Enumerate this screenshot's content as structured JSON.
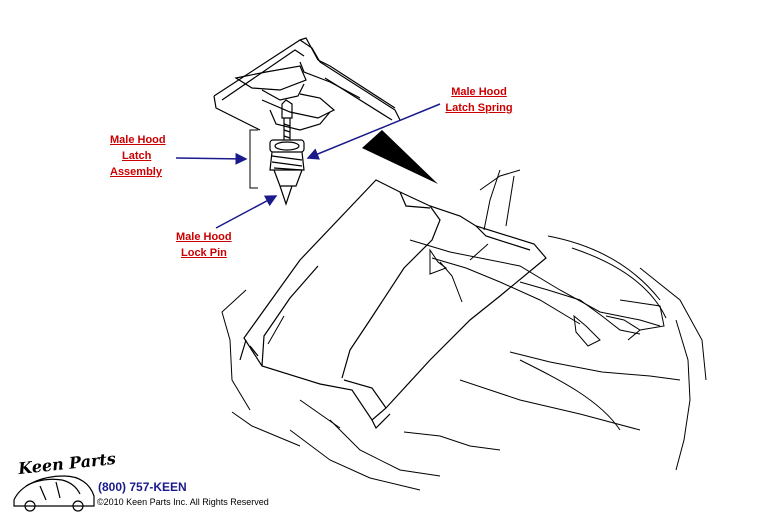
{
  "callouts": {
    "latch_assembly": [
      "Male Hood",
      "Latch",
      "Assembly"
    ],
    "latch_spring": [
      "Male Hood",
      "Latch Spring"
    ],
    "lock_pin": [
      "Male Hood",
      "Lock Pin"
    ]
  },
  "footer": {
    "logo_text": "Keen Parts",
    "phone": "(800) 757-KEEN",
    "copyright": "©2010 Keen Parts Inc. All Rights Reserved"
  },
  "colors": {
    "callout_text": "#cc0000",
    "arrow": "#1a1a8c",
    "line_art": "#000000"
  }
}
